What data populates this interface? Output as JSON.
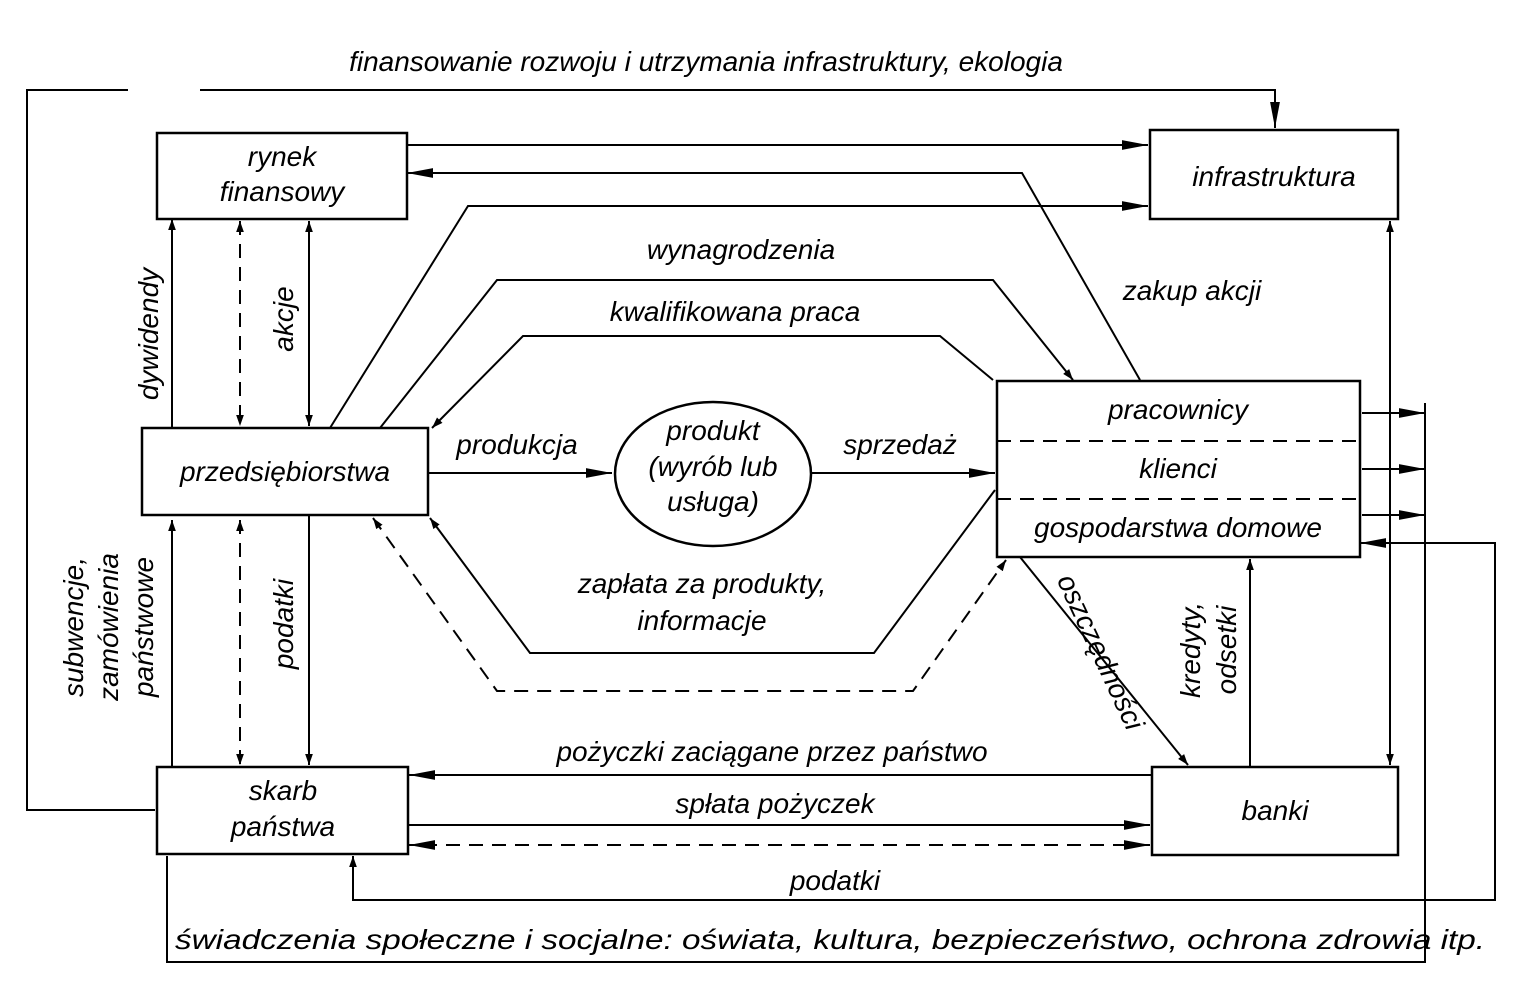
{
  "nodes": {
    "rynek_line1": "rynek",
    "rynek_line2": "finansowy",
    "infrastruktura": "infrastruktura",
    "przedsiebiorstwa": "przedsiębiorstwa",
    "produkt_line1": "produkt",
    "produkt_line2": "(wyrób lub",
    "produkt_line3": "usługa)",
    "pracownicy": "pracownicy",
    "klienci": "klienci",
    "gospodarstwa": "gospodarstwa domowe",
    "skarb_line1": "skarb",
    "skarb_line2": "państwa",
    "banki": "banki"
  },
  "flows": {
    "finansowanie": "finansowanie rozwoju i utrzymania infrastruktury, ekologia",
    "wynagrodzenia": "wynagrodzenia",
    "kwalifikowana_praca": "kwalifikowana praca",
    "zakup_akcji": "zakup akcji",
    "dywidendy": "dywidendy",
    "akcje": "akcje",
    "produkcja": "produkcja",
    "sprzedaz": "sprzedaż",
    "zaplata_line1": "zapłata za produkty,",
    "zaplata_line2": "informacje",
    "subwencje_line1": "subwencje,",
    "subwencje_line2": "zamówienia",
    "subwencje_line3": "państwowe",
    "podatki_left": "podatki",
    "oszczednosci": "oszczędności",
    "kredyty_line1": "kredyty,",
    "kredyty_line2": "odsetki",
    "pozyczki": "pożyczki zaciągane przez państwo",
    "splata": "spłata pożyczek",
    "podatki_bottom": "podatki",
    "swiadczenia": "świadczenia społeczne i socjalne: oświata, kultura, bezpieczeństwo, ochrona zdrowia itp."
  }
}
